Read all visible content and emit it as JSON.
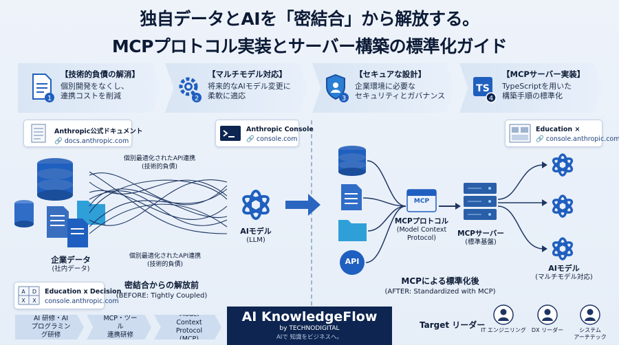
{
  "title": {
    "line1": "独自データとAIを「密結合」から解放する。",
    "line2": "MCPプロトコル実装とサーバー構築の標準化ガイド"
  },
  "benefits": [
    {
      "num": "1",
      "title": "【技術的負債の解消】",
      "desc1": "個別開発をなくし、",
      "desc2": "連携コストを削減",
      "icon": "document-icon"
    },
    {
      "num": "2",
      "title": "【マルチモデル対応】",
      "desc1": "将来的なAIモデル変更に",
      "desc2": "柔軟に適応",
      "icon": "gear-icon"
    },
    {
      "num": "3",
      "title": "【セキュアな設計】",
      "desc1": "企業環境に必要な",
      "desc2": "セキュリティとガバナンス",
      "icon": "shield-icon"
    },
    {
      "num": "4",
      "title": "【MCPサーバー実装】",
      "desc1": "TypeScriptを用いた",
      "desc2": "構築手順の標準化",
      "icon": "typescript-icon",
      "icon_text": "TS"
    }
  ],
  "cards": {
    "anthropic_docs": {
      "title": "Anthropic公式ドキュメント",
      "url": "docs.anthropic.com"
    },
    "anthropic_console": {
      "title": "Anthropic Console",
      "url": "console.com"
    },
    "education_console": {
      "title": "Education ×",
      "url": "console.anthropic.com"
    },
    "education_decision": {
      "title": "Education x Decision",
      "url": "console.anthropic.com",
      "grid": [
        "A",
        "D",
        "X",
        "X"
      ]
    }
  },
  "before": {
    "api_label_top_1": "個別最適化されたAPI連携",
    "api_label_top_2": "(技術的負債)",
    "api_label_bottom_1": "個別最適化されたAPI連携",
    "api_label_bottom_2": "(技術的負債)",
    "data_label_1": "企業データ",
    "data_label_2": "(社内データ)",
    "ai_label_1": "AIモデル",
    "ai_label_2": "(LLM)",
    "caption_1": "密結合からの解放前",
    "caption_2": "(BEFORE: Tightly Coupled)"
  },
  "after": {
    "mcp_badge": "MCP",
    "api_badge": "API",
    "protocol_1": "MCPプロトコル",
    "protocol_2": "(Model Context",
    "protocol_3": "Protocol)",
    "server_1": "MCPサーバー",
    "server_2": "(標準基盤)",
    "ai_label_1": "AIモデル",
    "ai_label_2": "(マルチモデル対応)",
    "caption_1": "MCPによる標準化後",
    "caption_2": "(AFTER: Standardized with MCP)"
  },
  "pills": [
    {
      "line1": "AI 研修・AI",
      "line2": "プログラミング研修"
    },
    {
      "line1": "MCP・ツール",
      "line2": "連携研修"
    },
    {
      "line1": "Model Context",
      "line2": "Protocol (MCP)"
    }
  ],
  "brand": {
    "name": "AI KnowledgeFlow",
    "by": "by TECHNODIGITAL",
    "tagline": "AIで 知識をビジネスへ。"
  },
  "target": {
    "title": "Target リーダー",
    "roles": [
      {
        "line1": "IT エンジニリング",
        "line2": ""
      },
      {
        "line1": "DX リーダー",
        "line2": ""
      },
      {
        "line1": "システム",
        "line2": "アーチテック"
      }
    ]
  },
  "colors": {
    "navy": "#0d2550",
    "accent": "#1f5fbf",
    "light": "#d9e5f4"
  }
}
